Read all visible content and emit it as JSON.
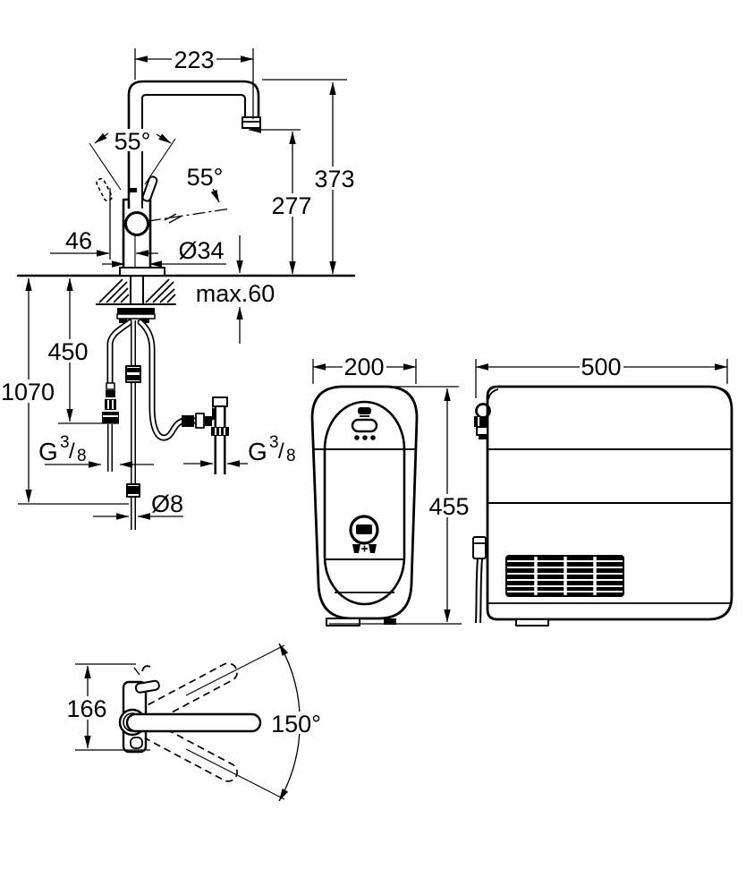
{
  "page": {
    "background": "#ffffff",
    "ink": "#000000"
  },
  "faucet_side_view": {
    "spout_width_mm": "223",
    "height_total_mm": "373",
    "height_outlet_mm": "277",
    "handle_angle_side": "55°",
    "handle_angle_front": "55°",
    "handle_clearance_mm": "46",
    "body_diameter": "Ø34",
    "max_counter_thickness": "max.60",
    "hose_drop_mm": "450",
    "hose_total_mm": "1070",
    "hose_end_diameter": "Ø8",
    "left_thread": {
      "prefix": "G",
      "numerator": "3",
      "slash": "/",
      "denominator": "8"
    },
    "right_thread": {
      "prefix": "G",
      "numerator": "3",
      "slash": "/",
      "denominator": "8"
    }
  },
  "cooler_front_view": {
    "width_mm": "200",
    "height_mm": "455"
  },
  "cooler_side_view": {
    "depth_mm": "500"
  },
  "faucet_top_view": {
    "body_depth_mm": "166",
    "swivel_angle": "150°"
  }
}
